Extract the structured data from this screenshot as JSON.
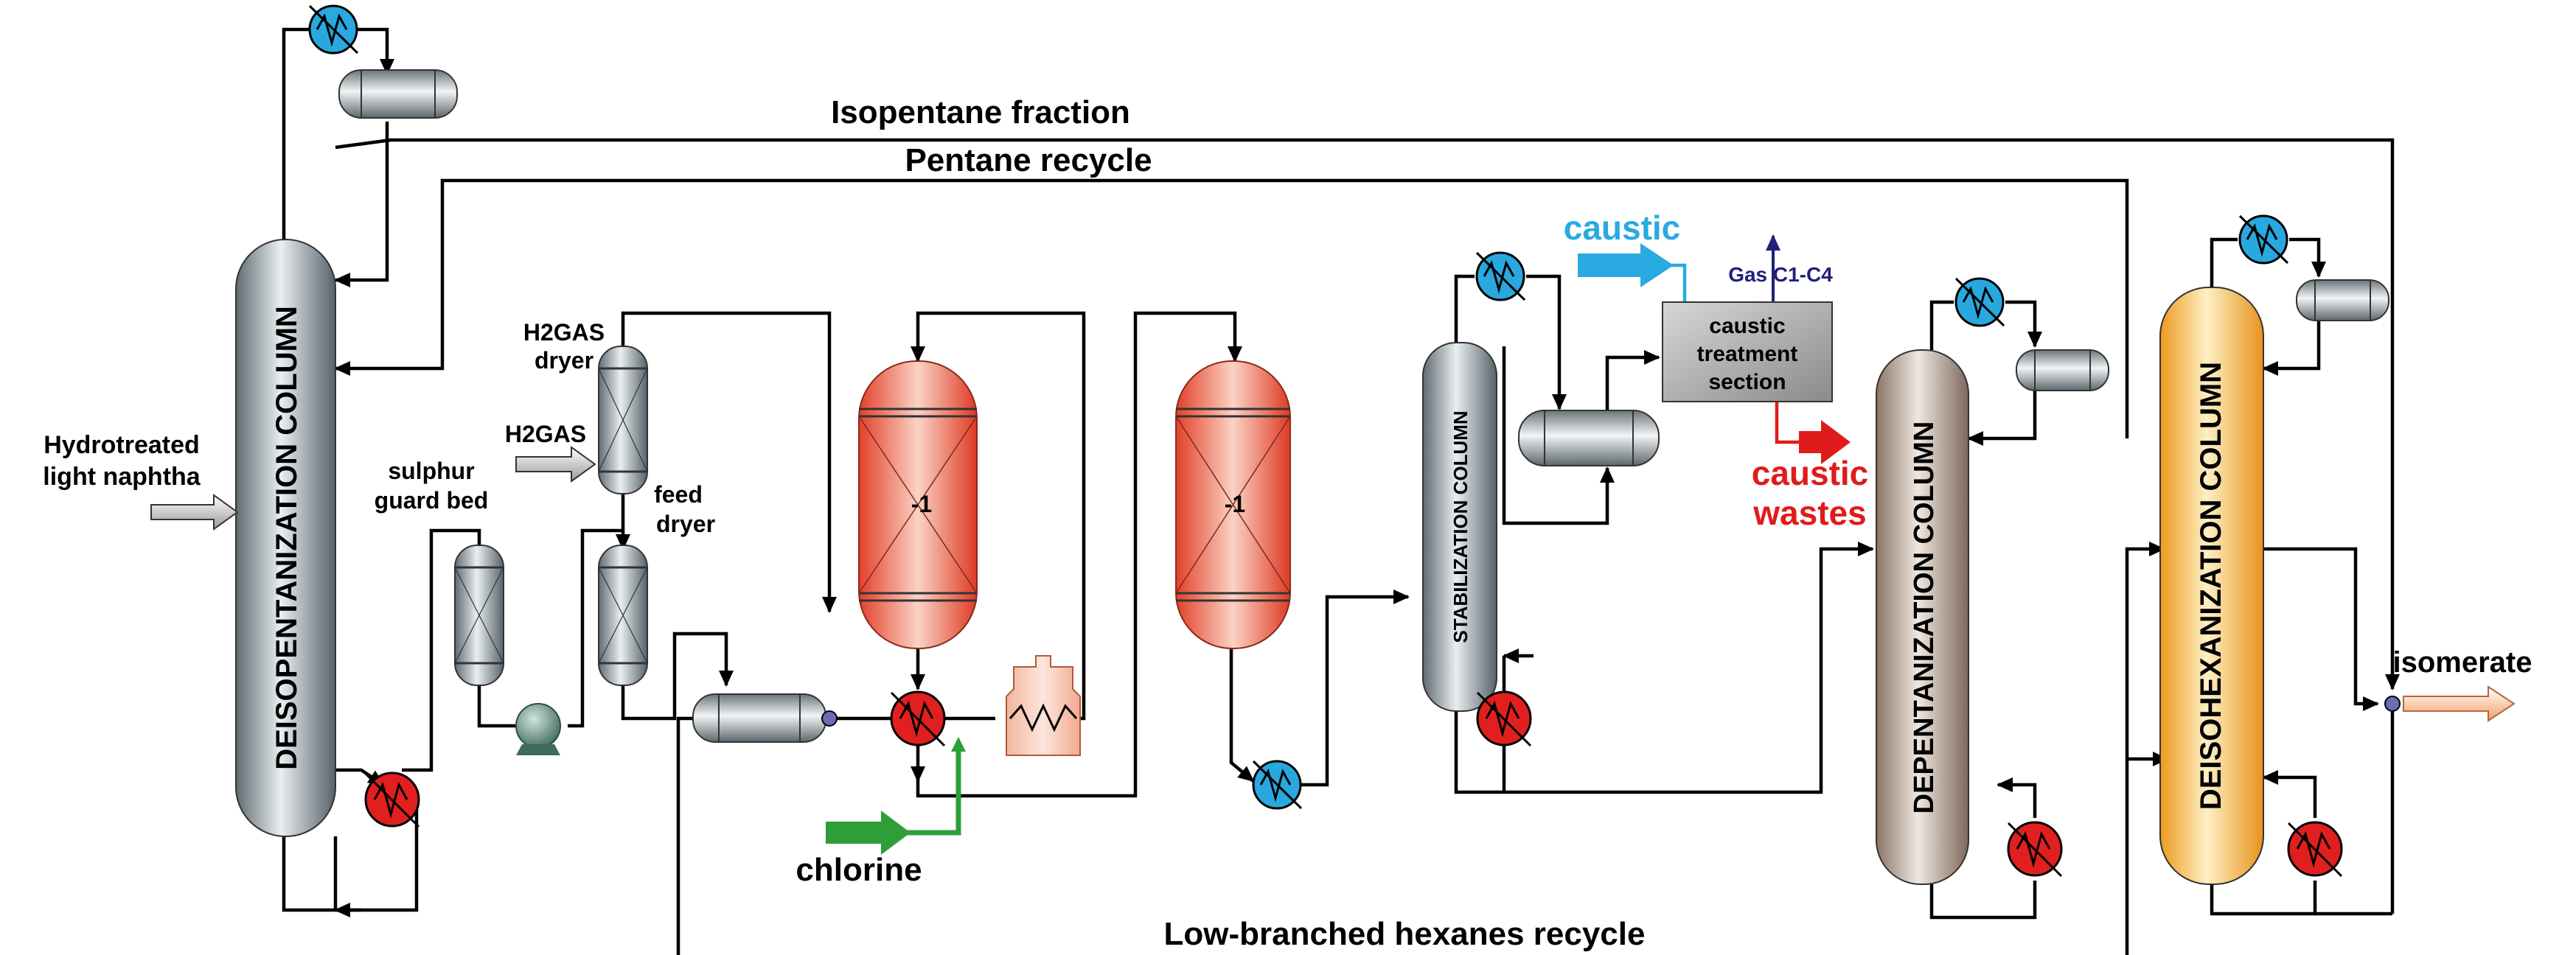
{
  "labels": {
    "isopentane_fraction": "Isopentane fraction",
    "pentane_recycle": "Pentane recycle",
    "hexanes_recycle": "Low-branched hexanes recycle",
    "feed_line1": "Hydrotreated",
    "feed_line2": "light naphtha",
    "h2gas": "H2GAS",
    "h2gas_dryer_line1": "H2GAS",
    "h2gas_dryer_line2": "dryer",
    "sulphur_line1": "sulphur",
    "sulphur_line2": "guard bed",
    "feed_dryer_line1": "feed",
    "feed_dryer_line2": "dryer",
    "reactor1_tag": "-1",
    "reactor2_tag": "-1",
    "chlorine": "chlorine",
    "caustic_in": "caustic",
    "gas_out": "Gas C1-C4",
    "caustic_section_line1": "caustic",
    "caustic_section_line2": "treatment",
    "caustic_section_line3": "section",
    "caustic_wastes_line1": "caustic",
    "caustic_wastes_line2": "wastes",
    "isomerate": "isomerate"
  },
  "columns": {
    "deisopentanization": "DEISOPENTANIZATION COLUMN",
    "stabilization": "STABILIZATION COLUMN",
    "depentanization": "DEPENTANIZATION COLUMN",
    "deisohexanization": "DEISOHEXANIZATION COLUMN"
  },
  "colors": {
    "condenser": "#29a8e0",
    "reboiler": "#e11f1f",
    "caustic_stream": "#29aae1",
    "caustic_waste_stream": "#e01b1b",
    "chlorine_stream": "#2e9e3a",
    "gas_stream": "#20207a",
    "reactor": "#ef5a3e",
    "column_grey": "#9aa7ad",
    "column_brown": "#a59184",
    "column_orange": "#f4a42c"
  }
}
